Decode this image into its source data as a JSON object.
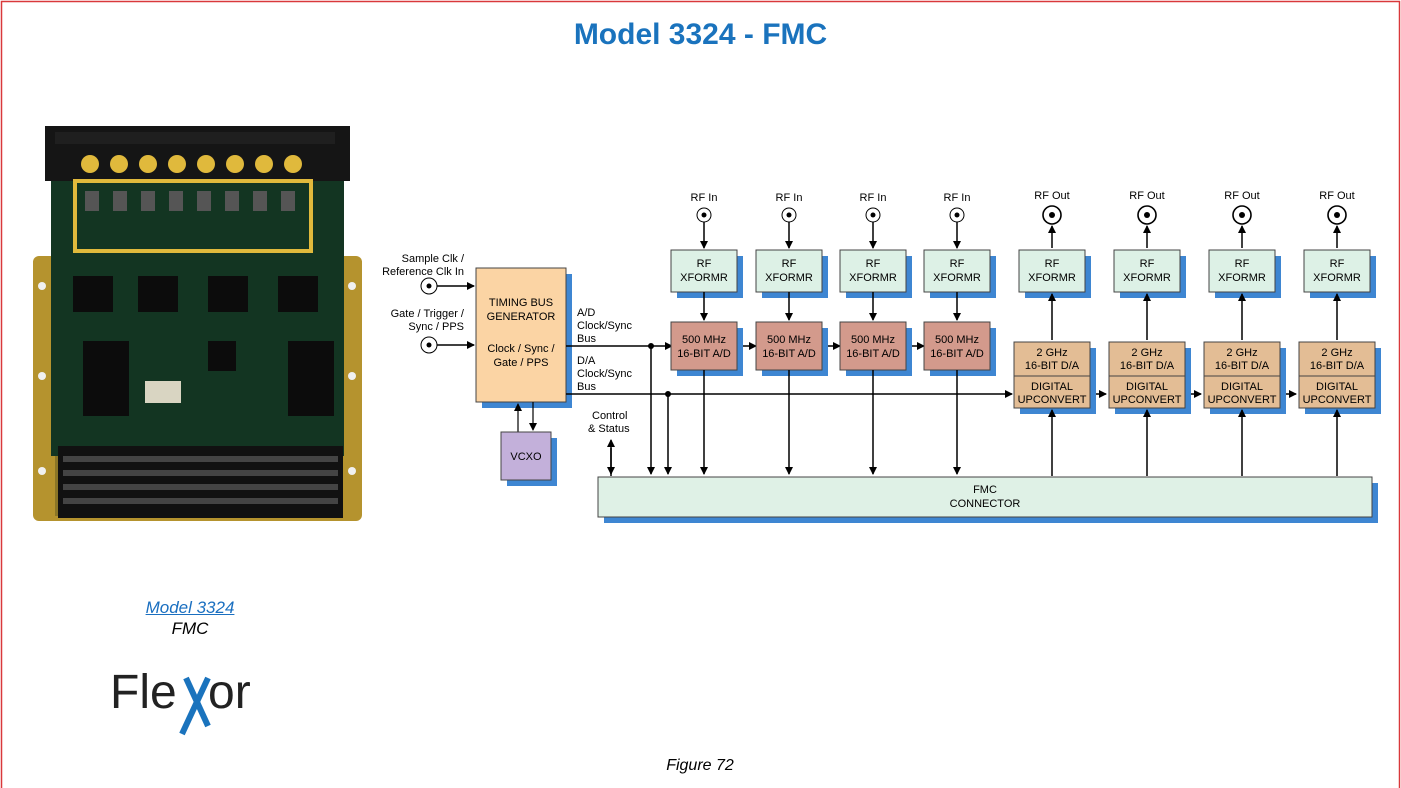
{
  "title": "Model 3324 - FMC",
  "product_link": "Model 3324",
  "product_type": "FMC",
  "logo_text": "Flexor",
  "caption": "Figure 72",
  "inputs": {
    "sample_clk_line1": "Sample Clk /",
    "sample_clk_line2": "Reference Clk In",
    "gate_line1": "Gate / Trigger /",
    "gate_line2": "Sync / PPS"
  },
  "timing": {
    "line1": "TIMING BUS",
    "line2": "GENERATOR",
    "line3": "Clock / Sync /",
    "line4": "Gate / PPS"
  },
  "vcxo": "VCXO",
  "ad_bus": {
    "line1": "A/D",
    "line2": "Clock/Sync",
    "line3": "Bus"
  },
  "da_bus": {
    "line1": "D/A",
    "line2": "Clock/Sync",
    "line3": "Bus"
  },
  "control": {
    "line1": "Control",
    "line2": "& Status"
  },
  "fmc": {
    "line1": "FMC",
    "line2": "CONNECTOR"
  },
  "rf_in_label": "RF In",
  "rf_out_label": "RF Out",
  "xformer": {
    "line1": "RF",
    "line2": "XFORMR"
  },
  "adc": {
    "line1": "500 MHz",
    "line2": "16-BIT A/D"
  },
  "dac": {
    "line1": "2 GHz",
    "line2": "16-BIT D/A"
  },
  "upconvert": {
    "line1": "DIGITAL",
    "line2": "UPCONVERT"
  },
  "colors": {
    "title": "#1a73bd",
    "xformer": "#ddf1e6",
    "adc": "#d39a8c",
    "dac": "#e3bd95",
    "timing": "#fbd4a4",
    "vcxo": "#c3b0da",
    "fmc": "#dff1e6",
    "shadow": "#3e86d2",
    "border": "#d9393b"
  }
}
